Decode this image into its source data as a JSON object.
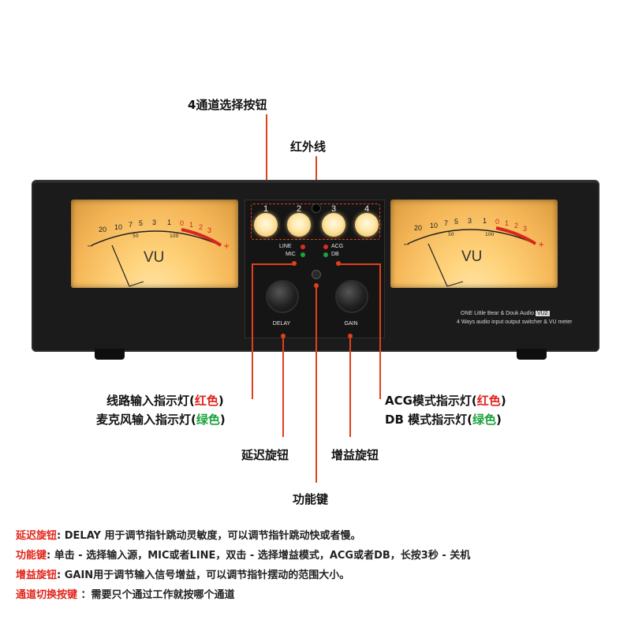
{
  "callouts": {
    "channel_buttons": "4通道选择按钮",
    "infrared": "红外线",
    "line_led_prefix": "线路输入指示灯(",
    "line_led_color": "红色",
    "line_led_suffix": ")",
    "mic_led_prefix": "麦克风输入指示灯(",
    "mic_led_color": "绿色",
    "mic_led_suffix": ")",
    "acg_led_prefix": "ACG模式指示灯(",
    "acg_led_color": "红色",
    "acg_led_suffix": ")",
    "db_led_prefix": "DB 模式指示灯(",
    "db_led_color": "绿色",
    "db_led_suffix": ")",
    "delay_knob": "延迟旋钮",
    "gain_knob": "增益旋钮",
    "function_key": "功能键"
  },
  "device": {
    "channels": [
      "1",
      "2",
      "3",
      "4"
    ],
    "led_line": "LINE",
    "led_mic": "MIC",
    "led_acg": "ACG",
    "led_db": "DB",
    "knob_delay": "DELAY",
    "knob_gain": "GAIN",
    "brand_line1": "ONE Little Bear & Douk Audio",
    "model_badge": "VU2",
    "brand_line2": "4 Ways audio input output switcher & VU meter",
    "meter_label": "VU",
    "meter_scale": [
      "20",
      "10",
      "7",
      "5",
      "3",
      "1",
      "0",
      "1",
      "2",
      "3"
    ],
    "meter_minus": "−",
    "meter_plus": "+",
    "meter_50": "50",
    "meter_100": "100"
  },
  "descriptions": [
    {
      "key": "延迟旋钮",
      "text": ": DELAY 用于调节指针跳动灵敏度，可以调节指针跳动快或者慢。"
    },
    {
      "key": "功能键",
      "text": ": 单击 - 选择输入源，MIC或者LINE，双击 - 选择增益模式，ACG或者DB，长按3秒 - 关机"
    },
    {
      "key": "增益旋钮",
      "text": ": GAIN用于调节输入信号增益，可以调节指针摆动的范围大小。"
    },
    {
      "key": "通道切换按键",
      "text": " ：需要只个通过工作就按哪个通道"
    }
  ],
  "colors": {
    "accent": "#e0401a",
    "red": "#e2231a",
    "green": "#18a33a",
    "device": "#1b1b1b"
  }
}
